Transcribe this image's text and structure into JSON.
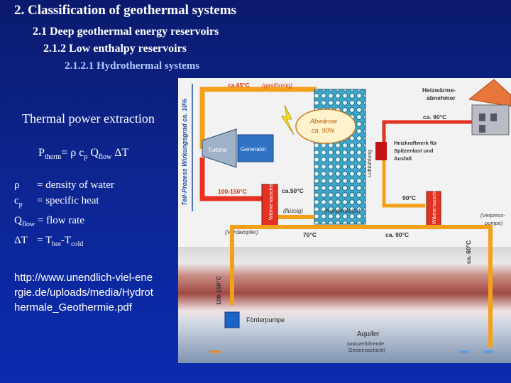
{
  "titles": {
    "main": "2. Classification of geothermal systems",
    "sub1": "2.1 Deep geothermal energy reservoirs",
    "sub2": "2.1.2 Low enthalpy  reservoirs",
    "sub3": "2.1.2.1 Hydrothermal systems"
  },
  "section_heading": "Thermal power extraction",
  "formula": {
    "lhs": "P",
    "lhs_sub": "therm",
    "eq": "= ρ c",
    "c_sub": "p",
    "q": " Q",
    "q_sub": "flow",
    "dt": " ΔT"
  },
  "definitions": [
    {
      "sym": "ρ",
      "sub": "",
      "text": "=  density of water"
    },
    {
      "sym": "c",
      "sub": "p",
      "text": "=  specific heat"
    },
    {
      "sym": "Q",
      "sub": "flow",
      "text": "= flow rate"
    },
    {
      "sym": "ΔT",
      "sub": "",
      "text": "= T",
      "t1": "hot",
      "mid": "-T",
      "t2": "cold"
    }
  ],
  "source_link": "http://www.unendlich-viel-energie.de/uploads/media/Hydrothermale_Geothermie.pdf",
  "diagram": {
    "side_label": "Teil-Prozess Wirkungsgrad ca. 10%",
    "top_temp": "ca.65°C",
    "top_state": "(gasförmig)",
    "abwaerme": [
      "Abwärme",
      "ca. 90%"
    ],
    "luftkuehlung": "Luftkühlung",
    "turbine": "Turbine",
    "generator": "Generator",
    "heat_customer": [
      "Heizwärme-",
      "abnehmer"
    ],
    "ca90_top": "ca. 90°C",
    "heizkraftwerk": [
      "Heizkraftwerk für",
      "Spitzenlast und",
      "Ausfall"
    ],
    "temp_100_150": "100-150°C",
    "ca50": "ca.50°C",
    "fluessig": "(flüssig)",
    "kondensator": "(Kondensator)",
    "verdampfer": "(Verdampfer)",
    "waermetauscher": "Wärme-tauscher",
    "t90": "90°C",
    "t70": "70°C",
    "ca90_bottom": "ca. 90°C",
    "verpress": [
      "(Verpress-",
      "pumpe)"
    ],
    "ca60": "ca. 60°C",
    "well_temp": "100-150°C",
    "foerderpumpe": "Förderpumpe",
    "aquifer": "Aquifer",
    "aquifer_sub": [
      "(wasserführende",
      "Gesteinsschicht)"
    ]
  }
}
